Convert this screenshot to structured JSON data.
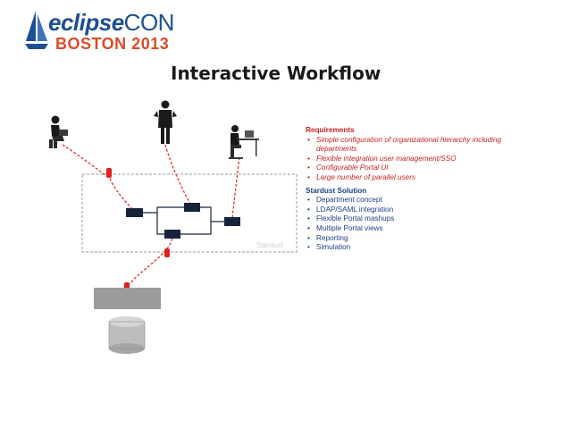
{
  "logo": {
    "brand_prefix": "eclipse",
    "brand_suffix": "CON",
    "event": "BOSTON 2013"
  },
  "slide": {
    "title": "Interactive Workflow"
  },
  "diagram": {
    "system_label": "Stardust"
  },
  "requirements": {
    "heading": "Requirements",
    "items": [
      "Simple configuration of organizational hierarchy including departments",
      "Flexible integration user management/SSO",
      "Configurable Portal UI",
      "Large number of parallel users"
    ]
  },
  "solution": {
    "heading": "Stardust Solution",
    "items": [
      "Department concept",
      "LDAP/SAML integration",
      "Flexible Portal mashups",
      "Multiple Portal views",
      "Reporting",
      "Simulation"
    ]
  },
  "colors": {
    "requirements": "#cc1f1f",
    "solution": "#1d3f8a",
    "connector": "#e0201c",
    "activity_box": "#17233a",
    "server": "#999999"
  }
}
